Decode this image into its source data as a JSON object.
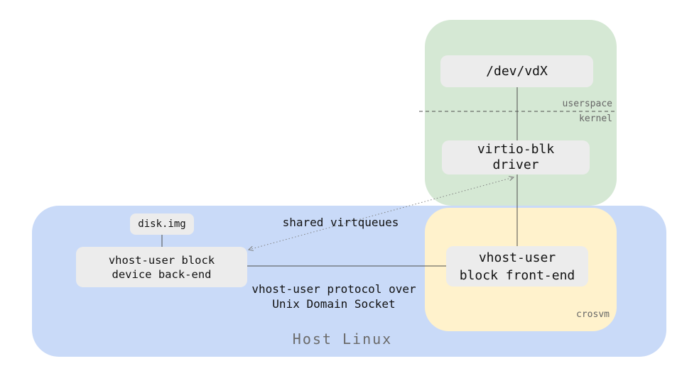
{
  "groups": {
    "guest": {
      "userspace_label": "userspace",
      "kernel_label": "kernel"
    },
    "crosvm": {
      "label": "crosvm"
    },
    "host": {
      "label": "Host Linux"
    }
  },
  "nodes": {
    "dev_vdx": {
      "label": "/dev/vdX"
    },
    "virtio_blk_driver": {
      "line1": "virtio-blk",
      "line2": "driver"
    },
    "vhost_front_end": {
      "line1": "vhost-user",
      "line2": "block front-end"
    },
    "vhost_back_end": {
      "line1": "vhost-user block",
      "line2": "device back-end"
    },
    "disk_img": {
      "label": "disk.img"
    }
  },
  "edges": {
    "shared_virtqueues": {
      "label": "shared virtqueues"
    },
    "protocol": {
      "line1": "vhost-user protocol over",
      "line2": "Unix Domain Socket"
    }
  },
  "colors": {
    "guest_green": "#d5e8d4",
    "crosvm_yellow": "#fff2cc",
    "host_blue": "#c9daf8",
    "node_fill": "#ececec",
    "muted_text": "#666666",
    "wire": "#4d4d4d",
    "arrow": "#808080"
  }
}
